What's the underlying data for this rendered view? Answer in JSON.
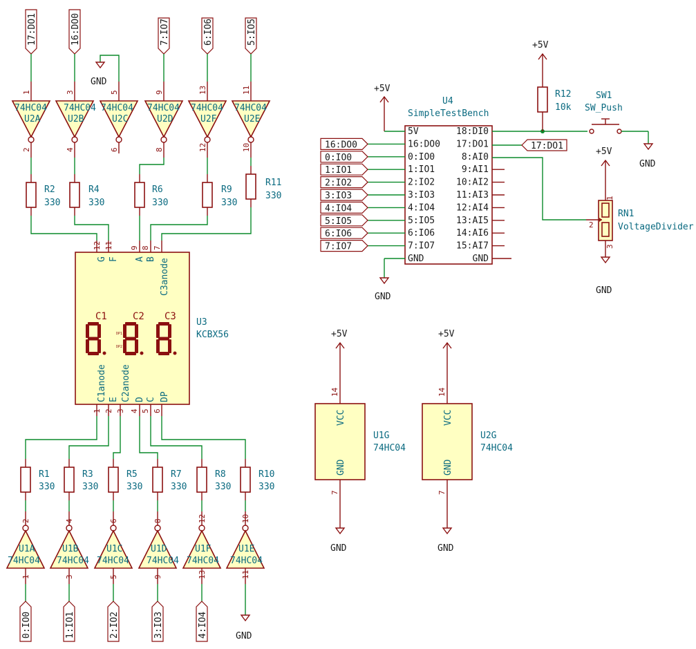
{
  "title": "",
  "u4": {
    "ref": "U4",
    "value": "SimpleTestBench",
    "left_pins": [
      "5V",
      "16:DO0",
      "0:IO0",
      "1:IO1",
      "2:IO2",
      "3:IO3",
      "4:IO4",
      "5:IO5",
      "6:IO6",
      "7:IO7",
      "GND"
    ],
    "right_pins": [
      "18:DI0",
      "17:DO1",
      "8:AI0",
      "9:AI1",
      "10:AI2",
      "11:AI3",
      "12:AI4",
      "13:AI5",
      "14:AI6",
      "15:AI7",
      "GND"
    ]
  },
  "u4_netlabels_left": [
    "16:DO0",
    "0:IO0",
    "1:IO1",
    "2:IO2",
    "3:IO3",
    "4:IO4",
    "5:IO5",
    "6:IO6",
    "7:IO7"
  ],
  "u4_netlabel_right": "17:DO1",
  "u3": {
    "ref": "U3",
    "value": "KCBX56",
    "top_pins": [
      "G",
      "F",
      "A",
      "B",
      "C3anode"
    ],
    "top_nums": [
      "12",
      "11",
      "9",
      "8",
      "7"
    ],
    "bottom_pins": [
      "C1anode",
      "E",
      "C2anode",
      "D",
      "C",
      "DP"
    ],
    "bottom_nums": [
      "1",
      "2",
      "3",
      "4",
      "5",
      "6"
    ],
    "digits": [
      "C1",
      "C2",
      "C3"
    ],
    "dp": [
      "DP1",
      "DP2"
    ]
  },
  "top_labels": [
    "17:DO1",
    "16:DO0",
    "7:IO7",
    "6:IO6",
    "5:IO5"
  ],
  "top_gates": [
    {
      "ref": "U2A",
      "value": "74HC04",
      "in": "1",
      "out": "2"
    },
    {
      "ref": "U2B",
      "value": "74HC04",
      "in": "3",
      "out": "4"
    },
    {
      "ref": "U2C",
      "value": "74HC04",
      "in": "5",
      "out": "6"
    },
    {
      "ref": "U2D",
      "value": "74HC04",
      "in": "9",
      "out": "8"
    },
    {
      "ref": "U2F",
      "value": "74HC04",
      "in": "13",
      "out": "12"
    },
    {
      "ref": "U2E",
      "value": "74HC04",
      "in": "11",
      "out": "10"
    }
  ],
  "top_res": [
    {
      "ref": "R2",
      "value": "330"
    },
    {
      "ref": "R4",
      "value": "330"
    },
    {
      "ref": "R6",
      "value": "330"
    },
    {
      "ref": "R9",
      "value": "330"
    },
    {
      "ref": "R11",
      "value": "330"
    }
  ],
  "bottom_res": [
    {
      "ref": "R1",
      "value": "330"
    },
    {
      "ref": "R3",
      "value": "330"
    },
    {
      "ref": "R5",
      "value": "330"
    },
    {
      "ref": "R7",
      "value": "330"
    },
    {
      "ref": "R8",
      "value": "330"
    },
    {
      "ref": "R10",
      "value": "330"
    }
  ],
  "bottom_gates": [
    {
      "ref": "U1A",
      "value": "74HC04",
      "in": "1",
      "out": "2"
    },
    {
      "ref": "U1B",
      "value": "74HC04",
      "in": "3",
      "out": "4"
    },
    {
      "ref": "U1C",
      "value": "74HC04",
      "in": "5",
      "out": "6"
    },
    {
      "ref": "U1D",
      "value": "74HC04",
      "in": "9",
      "out": "8"
    },
    {
      "ref": "U1F",
      "value": "74HC04",
      "in": "13",
      "out": "12"
    },
    {
      "ref": "U1E",
      "value": "74HC04",
      "in": "11",
      "out": "10"
    }
  ],
  "bottom_labels": [
    "0:IO0",
    "1:IO1",
    "2:IO2",
    "3:IO3",
    "4:IO4"
  ],
  "power": {
    "vcc": "+5V",
    "gnd": "GND"
  },
  "r12": {
    "ref": "R12",
    "value": "10k"
  },
  "sw1": {
    "ref": "SW1",
    "value": "SW_Push"
  },
  "rn1": {
    "ref": "RN1",
    "value": "VoltageDivider",
    "pins": [
      "1",
      "2",
      "3"
    ]
  },
  "u1g": {
    "ref": "U1G",
    "value": "74HC04",
    "vcc": "VCC",
    "gnd": "GND",
    "vcc_pin": "14",
    "gnd_pin": "7"
  },
  "u2g": {
    "ref": "U2G",
    "value": "74HC04",
    "vcc": "VCC",
    "gnd": "GND",
    "vcc_pin": "14",
    "gnd_pin": "7"
  }
}
